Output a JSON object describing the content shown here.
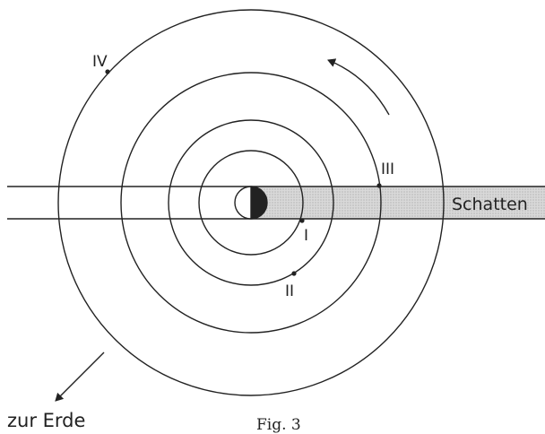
{
  "labels": {
    "I": "I",
    "II": "II",
    "III": "III",
    "IV": "IV",
    "shadow": "Schatten",
    "earth": "zur Erde",
    "caption": "Fig. 3"
  },
  "colors": {
    "line": "#222222",
    "shadow_fill": "#d9d9d9",
    "background": "#ffffff"
  }
}
